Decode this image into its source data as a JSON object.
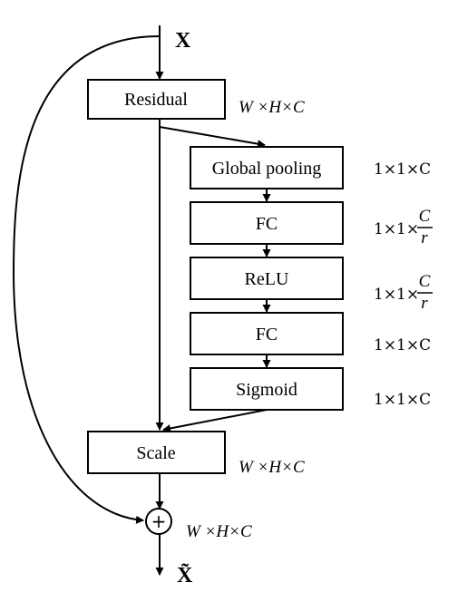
{
  "input_label": "X",
  "output_label": "X̃",
  "blocks": {
    "residual": "Residual",
    "global_pooling": "Global pooling",
    "fc1": "FC",
    "relu": "ReLU",
    "fc2": "FC",
    "sigmoid": "Sigmoid",
    "scale": "Scale"
  },
  "dimensions": {
    "residual": "W ×H×C",
    "global_pooling": "1×1×C",
    "fc1_prefix": "1×1×",
    "fc1_num": "C",
    "fc1_den": "r",
    "relu_prefix": "1×1×",
    "relu_num": "C",
    "relu_den": "r",
    "fc2": "1×1×C",
    "sigmoid": "1×1×C",
    "scale": "W ×H×C",
    "sum": "W ×H×C"
  },
  "plus_symbol": "+"
}
